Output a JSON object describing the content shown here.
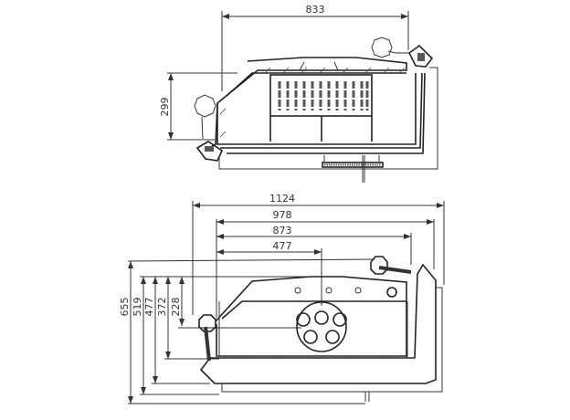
{
  "top_view": {
    "width_label": "833",
    "depth_label": "299"
  },
  "front_view": {
    "widths": [
      "1124",
      "978",
      "873",
      "477"
    ],
    "heights": [
      "655",
      "519",
      "477",
      "372",
      "228"
    ]
  },
  "colors": {
    "line": "#333333",
    "background": "#ffffff"
  }
}
